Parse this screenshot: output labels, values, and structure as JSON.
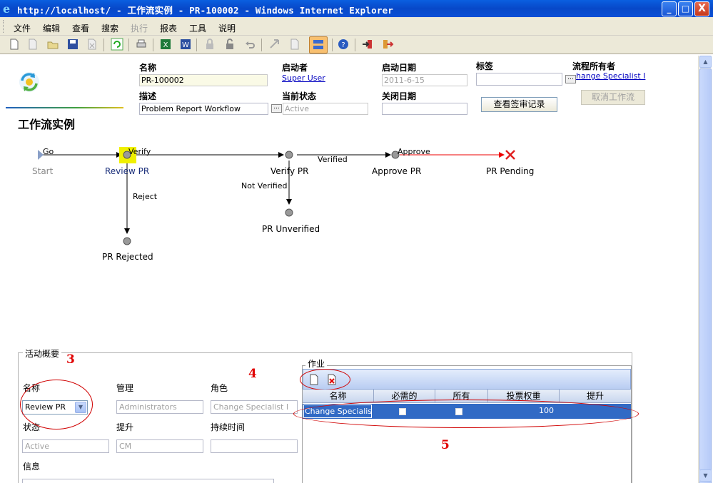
{
  "window": {
    "title": "http://localhost/ - 工作流实例 - PR-100002 - Windows Internet Explorer",
    "buttons": [
      "_",
      "□",
      "X"
    ]
  },
  "menu": [
    "文件",
    "编辑",
    "查看",
    "搜索",
    "执行",
    "报表",
    "工具",
    "说明"
  ],
  "menu_disabled": [
    "执行"
  ],
  "header": {
    "name_label": "名称",
    "name_value": "PR-100002",
    "desc_label": "描述",
    "desc_value": "Problem Report Workflow",
    "starter_label": "启动者",
    "starter_value": "Super User",
    "state_label": "当前状态",
    "state_value": "Active",
    "start_date_label": "启动日期",
    "start_date_value": "2011-6-15",
    "close_date_label": "关闭日期",
    "close_date_value": "",
    "tag_label": "标签",
    "tag_value": "",
    "owner_label": "流程所有者",
    "owner_value": "hange Specialist I",
    "view_signoff_button": "查看签审记录",
    "cancel_workflow_button": "取消工作流",
    "page_title": "工作流实例"
  },
  "workflow": {
    "nodes": {
      "start": "Start",
      "review_pr": "Review PR",
      "verify_pr": "Verify PR",
      "approve_pr": "Approve PR",
      "pr_pending": "PR Pending",
      "pr_unverified": "PR Unverified",
      "pr_rejected": "PR Rejected"
    },
    "edges": {
      "go": "Go",
      "verify": "Verify",
      "verified": "Verified",
      "approve": "Approve",
      "reject": "Reject",
      "not_verified": "Not Verified"
    }
  },
  "activity": {
    "legend": "活动概要",
    "name_label": "名称",
    "name_value": "Review PR",
    "manage_label": "管理",
    "manage_value": "Administrators",
    "role_label": "角色",
    "role_value": "Change Specialist I",
    "status_label": "状态",
    "status_value": "Active",
    "escalate_label": "提升",
    "escalate_value": "CM",
    "duration_label": "持续时间",
    "duration_value": "",
    "info_label": "信息"
  },
  "jobs": {
    "legend": "作业",
    "columns": [
      "名称",
      "必需的",
      "所有",
      "投票权重",
      "提升"
    ],
    "rows": [
      {
        "name": "Change Specialist I",
        "required": true,
        "all": true,
        "weight": "100",
        "escalate": ""
      }
    ]
  },
  "annotations": [
    "3",
    "4",
    "5"
  ]
}
